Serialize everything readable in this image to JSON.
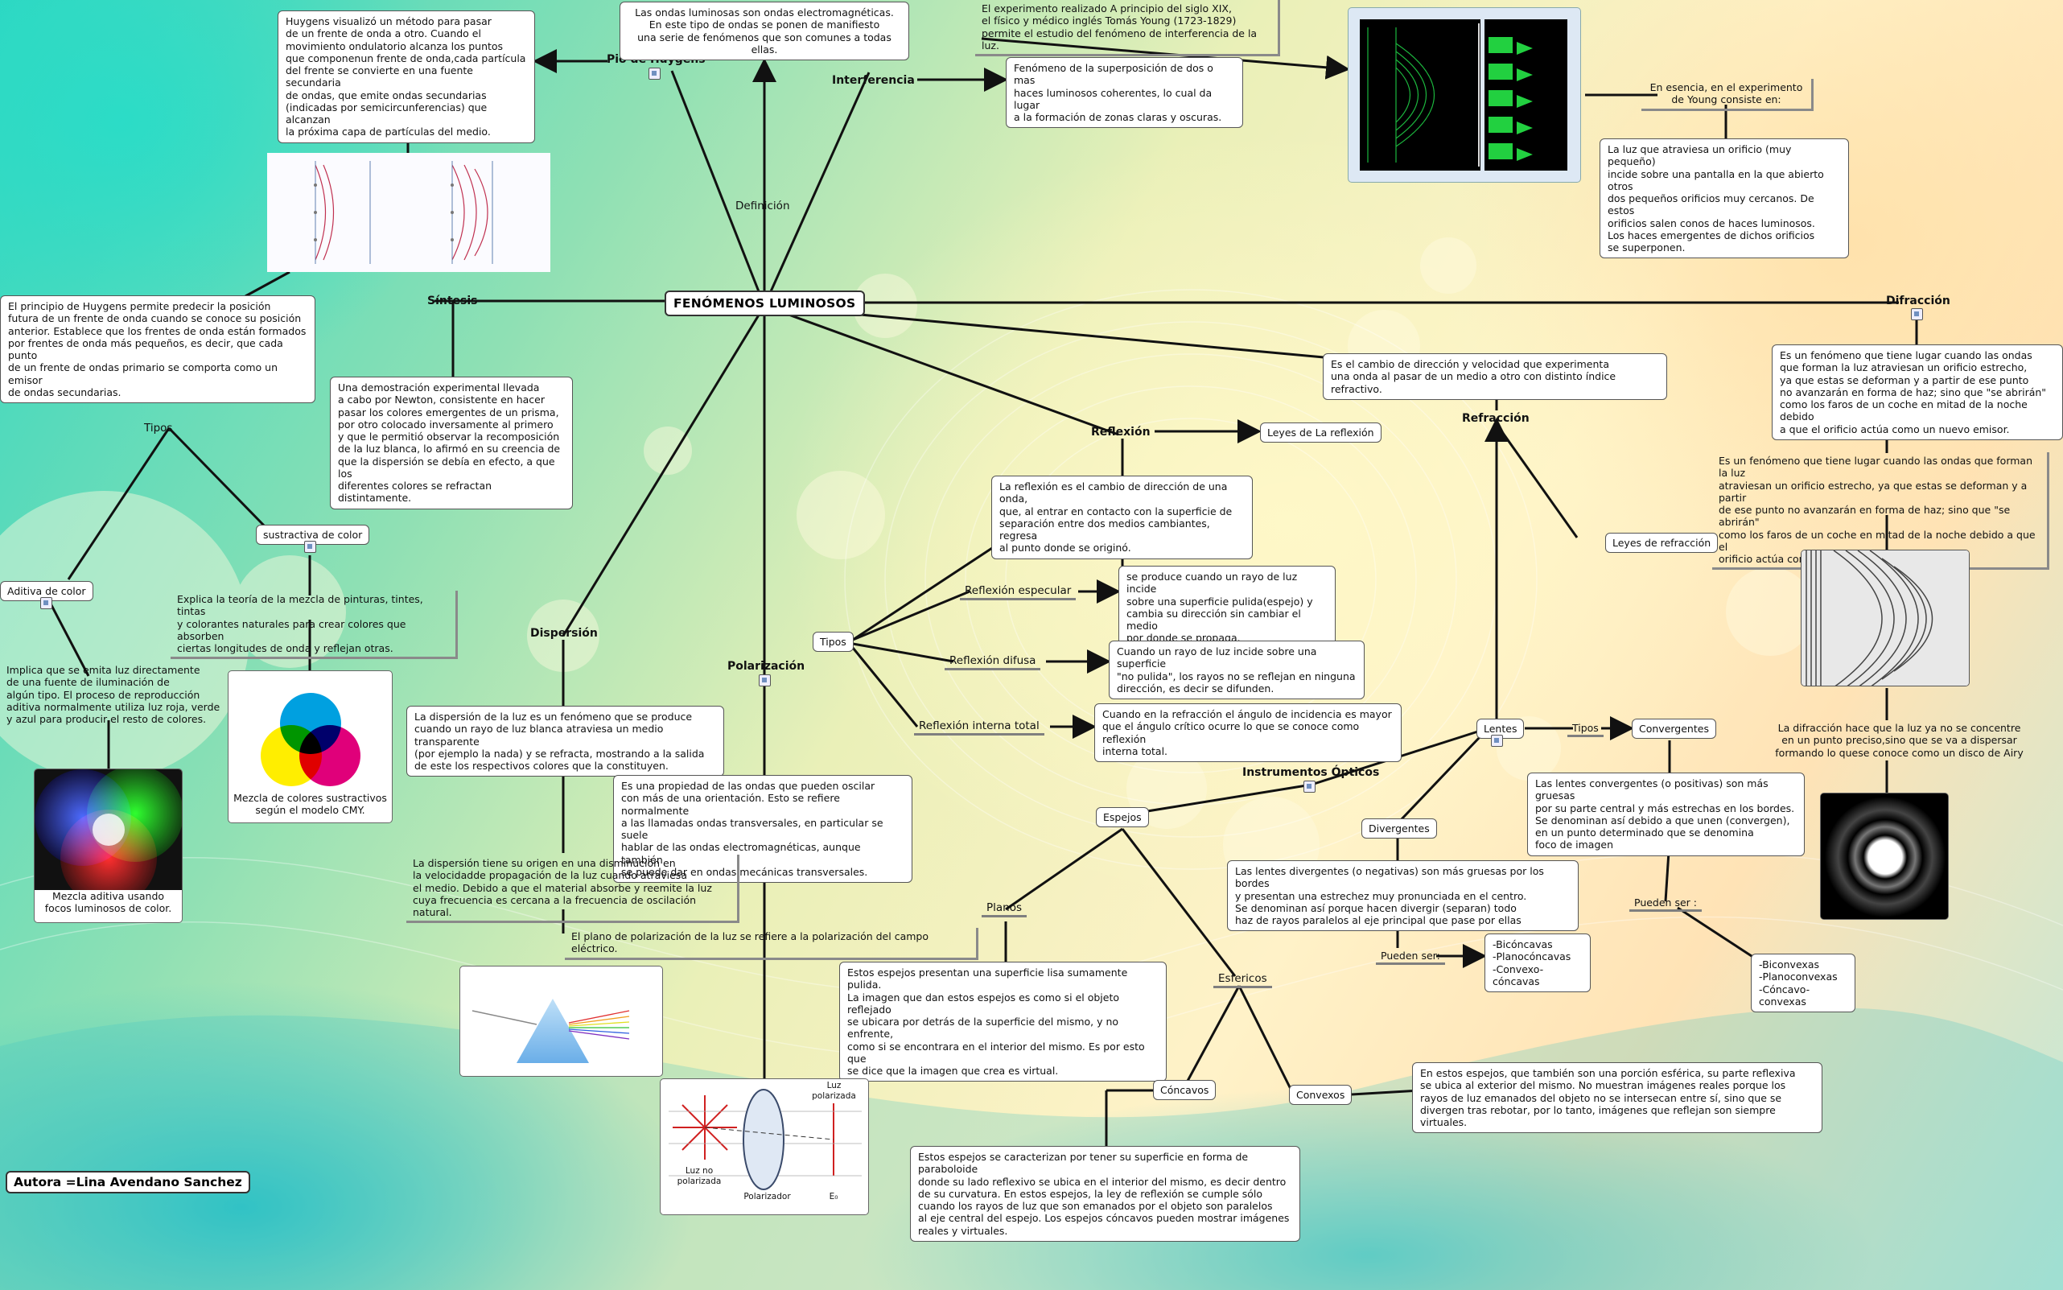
{
  "title": "FENÓMENOS LUMINOSOS",
  "author": "Autora =Lina Avendano Sanchez",
  "labels": {
    "pio_huygens": "Pio de Huygens",
    "definicion": "Definición",
    "interferencia": "Interferencia",
    "sintesis": "Síntesis",
    "difraccion": "Difracción",
    "reflexion": "Reflexión",
    "refraccion": "Refracción",
    "tipos_sintesis": "Tipos",
    "dispersion": "Dispersión",
    "polarizacion": "Polarización",
    "reflexion_especular": "Reflexión especular",
    "reflexion_difusa": "Reflexión difusa",
    "reflexion_interna_total": "Reflexión interna total",
    "instrumentos_opticos": "Instrumentos Ópticos",
    "planos": "Planos",
    "esfericos": "Esfericos",
    "pueden_ser_div": "Pueden ser:",
    "pueden_ser_conv": "Pueden ser :",
    "tipos_lentes": "Tipos"
  },
  "boxes": {
    "huygens_desc": "Huygens visualizó un método para pasar\nde un frente de onda a otro. Cuando el\nmovimiento ondulatorio alcanza los puntos\n que componenun frente de onda,cada partícula\n del frente se convierte en una fuente secundaria\n de ondas, que emite ondas secundarias\n (indicadas por semicircunferencias) que alcanzan\n la próxima capa de partículas del medio.",
    "definicion_desc": "Las ondas luminosas son ondas electromagnéticas.\nEn este tipo de ondas se ponen de manifiesto\nuna serie de fenómenos que son comunes a todas ellas.",
    "young_intro": "El experimento realizado A principio del siglo XIX,\n el físico y médico inglés Tomás Young (1723-1829)\n permite el estudio del fenómeno de interferencia de la luz.",
    "interferencia_desc": "Fenómeno de la superposición de dos o mas\nhaces luminosos coherentes, lo cual da lugar\na la formación de zonas claras y oscuras.",
    "young_esencia": "En esencia, en el experimento\nde Young consiste en:",
    "young_desc": "La luz que atraviesa un orificio (muy pequeño)\nincide sobre una pantalla en la que abierto otros\ndos pequeños orificios muy cercanos. De estos\norificios salen conos de haces luminosos.\n Los haces emergentes de dichos orificios\nse superponen.",
    "huygens_principio": "El principio de Huygens permite predecir la posición\n futura de un frente de onda cuando se conoce su posición\n  anterior. Establece que los frentes de onda están formados\n por frentes de onda más pequeños, es decir, que cada punto\n de un frente de ondas primario se comporta como un emisor\n de ondas secundarias.",
    "sintesis_desc": "Una demostración experimental llevada\n a cabo por Newton, consistente en hacer\n  pasar los colores emergentes de un prisma,\n por otro colocado inversamente al primero\n y que le permitió observar la recomposición\n  de la luz blanca, lo afirmó en su creencia de\n  que la dispersión se debía en efecto, a que los\n  diferentes colores se refractan distintamente.",
    "refraccion_desc": "Es el cambio de dirección y velocidad que experimenta\n una onda al pasar de un medio a otro con distinto índice refractivo.",
    "difraccion_desc1": "Es un fenómeno que tiene lugar cuando las ondas\n que forman la luz atraviesan un orificio estrecho,\n ya que estas se deforman y a partir de ese punto\n no avanzarán en forma de haz; sino que \"se abrirán\"\n como los faros de un coche en mitad de la noche debido\n a que el orificio actúa como un nuevo emisor.",
    "difraccion_desc2": "Es un fenómeno que tiene lugar cuando las ondas que forman la luz\natraviesan un orificio estrecho, ya que estas se deforman y a partir\nde ese punto no avanzarán en forma de haz; sino que \"se abrirán\"\ncomo los faros de un coche en mitad de la noche debido a que el\norificio actúa como un nuevo emisor.",
    "leyes_reflexion": "Leyes de La reflexión",
    "reflexion_desc": "La reflexión es el cambio de dirección de una onda,\nque, al entrar en contacto con la superficie de\n separación entre dos medios cambiantes, regresa\n al punto donde se originó.",
    "leyes_refraccion": "Leyes de refracción",
    "sustractiva": "sustractiva de color",
    "aditiva": "Aditiva de color",
    "sustractiva_desc": "Explica la teoría de la mezcla de pinturas, tintes, tintas\ny colorantes naturales para crear colores que absorben\n ciertas longitudes de onda y reflejan otras.",
    "aditiva_desc": "Implica que se emita luz directamente\n de una fuente de iluminación de\nalgún tipo. El proceso de reproducción\n aditiva normalmente utiliza luz roja, verde\n y azul para producir el resto de colores.",
    "especular_desc": "se produce cuando un rayo de luz incide\nsobre una superficie pulida(espejo) y\ncambia su dirección sin cambiar el medio\n por donde se propaga.",
    "tipos_reflexion": "Tipos",
    "difusa_desc": "Cuando un rayo de luz incide sobre una superficie\n \"no pulida\", los rayos no se reflejan en ninguna\n dirección, es decir se difunden.",
    "interna_desc": "Cuando en la refracción el ángulo de incidencia es mayor\nque el ángulo crítico ocurre lo que se conoce como reflexión\n interna total.",
    "lentes": "Lentes",
    "convergentes": "Convergentes",
    "dispersion_desc": "La dispersión de la luz es un fenómeno que se produce\ncuando un rayo de luz blanca atraviesa un medio transparente\n (por ejemplo la nada) y se refracta, mostrando a la salida\nde este los respectivos colores que la constituyen.",
    "polarizacion_desc": "Es una propiedad de las ondas que pueden oscilar\ncon más de una orientación. Esto se refiere normalmente\na las llamadas ondas transversales, en particular se suele\nhablar de las ondas electromagnéticas, aunque también\nse puede dar en ondas mecánicas transversales.",
    "espejos": "Espejos",
    "divergentes": "Divergentes",
    "convergentes_desc": "Las lentes convergentes (o positivas) son más gruesas\npor su parte central y más estrechas en los bordes.\nSe denominan así debido a que unen (convergen),\nen un punto determinado que se denomina\n foco de imagen",
    "difraccion_airy": "La difracción hace que la luz ya no se concentre\n en un punto preciso,sino que se va a dispersar\nformando lo quese conoce como un disco de Airy",
    "dispersion_origen": "La dispersión tiene su origen en una disminución en\n la velocidadde propagación de la luz cuando atraviesa\n el medio. Debido a que el material absorbe y reemite la luz\n cuya frecuencia es cercana a la frecuencia de oscilación natural.",
    "divergentes_desc": "Las lentes divergentes (o negativas) son más gruesas por los bordes\ny presentan una estrechez muy pronunciada en el centro.\nSe denominan así porque hacen divergir (separan) todo\n haz de rayos paralelos al eje principal que pase por ellas",
    "polarizacion_plano": "El plano de polarización de la luz se refiere a la polarización del campo eléctrico.",
    "bicóncavas": "-Bicóncavas\n-Planocóncavas\n-Convexo-cóncavas",
    "biconvexas": "-Biconvexas\n-Planoconvexas\n-Cóncavo-convexas",
    "planos_desc": "Estos espejos presentan una superficie lisa sumamente pulida.\n La imagen que dan estos espejos es como si el objeto reflejado\nse ubicara por detrás de la superficie del mismo, y no enfrente,\ncomo si se encontrara en el interior del mismo. Es por esto que\n se dice que la imagen que crea es virtual.",
    "concavos": "Cóncavos",
    "convexos": "Convexos",
    "convexos_desc": "En estos espejos, que también son una porción esférica, su parte reflexiva\nse ubica al exterior del mismo. No muestran imágenes reales porque los\n rayos de luz emanados del objeto no se intersecan entre sí, sino que se\n divergen tras rebotar, por lo tanto, imágenes que reflejan son siempre virtuales.",
    "concavos_desc": "Estos espejos se caracterizan por tener su superficie en forma de paraboloide\n donde su lado reflexivo se ubica en el interior del mismo, es decir dentro\n de su curvatura. En estos espejos, la ley de reflexión se cumple sólo\n cuando los rayos de luz que son emanados por el objeto son paralelos\n al eje central del espejo. Los espejos cóncavos pueden mostrar imágenes\n reales y virtuales."
  },
  "image_captions": {
    "cmy": "Mezcla de colores sustractivos\nsegún el modelo CMY.",
    "rgb": "Mezcla aditiva usando\nfocos luminosos de color.",
    "luz_no_polarizada": "Luz no\npolarizada",
    "polarizador": "Polarizador",
    "luz_polarizada": "Luz\npolarizada",
    "e0": "E₀"
  },
  "colors": {
    "cyan": "#00a0e0",
    "magenta": "#e0007a",
    "yellow": "#ffee00",
    "line": "#111111"
  }
}
